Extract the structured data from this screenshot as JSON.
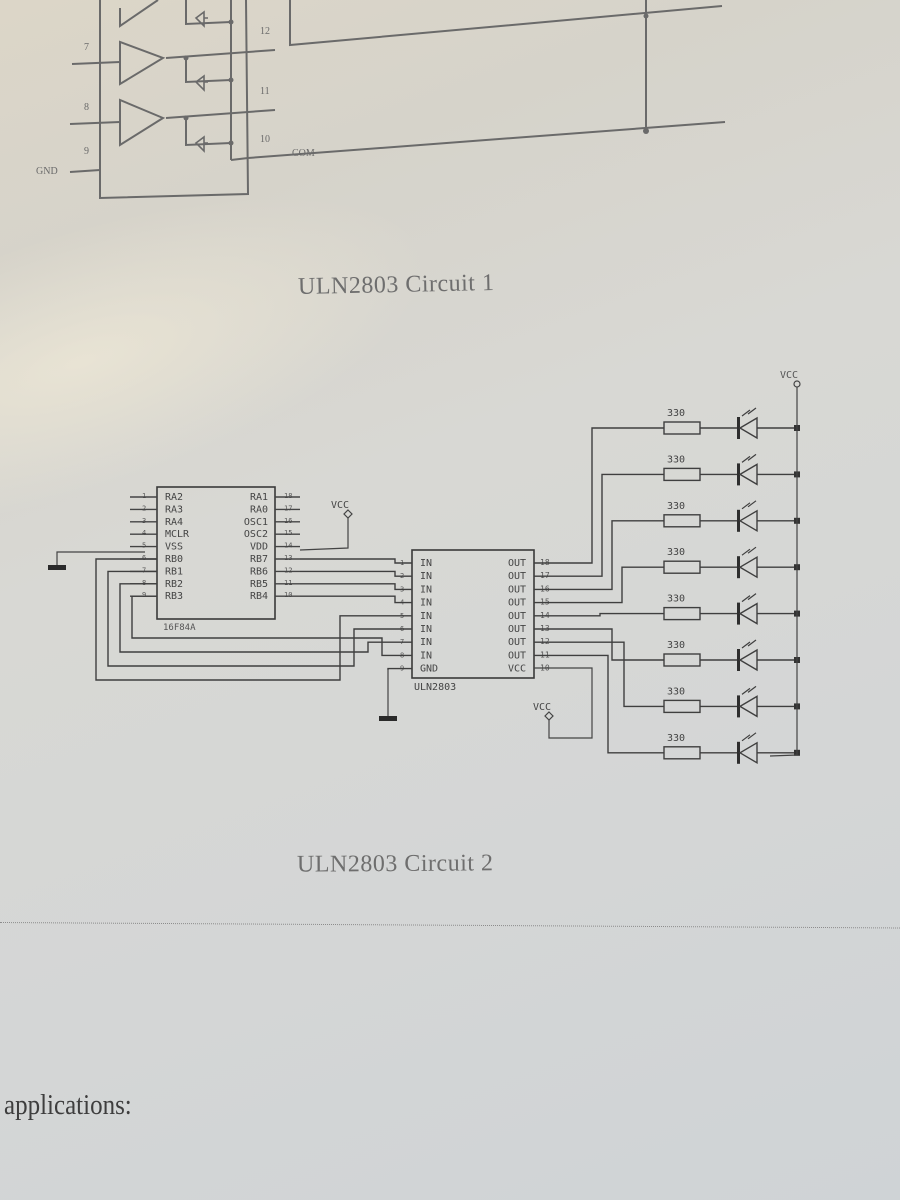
{
  "document": {
    "captions": {
      "circuit1": "ULN2803 Circuit 1",
      "circuit2": "ULN2803 Circuit 2"
    },
    "body_text": "applications:"
  },
  "circuit1": {
    "pin_labels_left": [
      "7",
      "8",
      "9"
    ],
    "pin_labels_right": [
      "12",
      "11",
      "10"
    ],
    "gnd_label": "GND",
    "com_label": "COM"
  },
  "circuit2": {
    "microcontroller": {
      "part": "16F84A",
      "left_pins": [
        "RA2",
        "RA3",
        "RA4",
        "MCLR",
        "VSS",
        "RB0",
        "RB1",
        "RB2",
        "RB3"
      ],
      "right_pins": [
        "RA1",
        "RA0",
        "OSC1",
        "OSC2",
        "VDD",
        "RB7",
        "RB6",
        "RB5",
        "RB4"
      ],
      "left_pin_numbers": [
        "1",
        "2",
        "3",
        "4",
        "5",
        "6",
        "7",
        "8",
        "9"
      ],
      "right_pin_numbers": [
        "18",
        "17",
        "16",
        "15",
        "14",
        "13",
        "12",
        "11",
        "10"
      ]
    },
    "driver": {
      "part": "ULN2803",
      "left_pins": [
        "IN",
        "IN",
        "IN",
        "IN",
        "IN",
        "IN",
        "IN",
        "IN",
        "GND"
      ],
      "right_pins": [
        "OUT",
        "OUT",
        "OUT",
        "OUT",
        "OUT",
        "OUT",
        "OUT",
        "OUT",
        "VCC"
      ],
      "left_pin_numbers": [
        "1",
        "2",
        "3",
        "4",
        "5",
        "6",
        "7",
        "8",
        "9"
      ],
      "right_pin_numbers": [
        "18",
        "17",
        "16",
        "15",
        "14",
        "13",
        "12",
        "11",
        "10"
      ]
    },
    "vcc_label": "VCC",
    "resistors": [
      "330",
      "330",
      "330",
      "330",
      "330",
      "330",
      "330",
      "330"
    ]
  }
}
